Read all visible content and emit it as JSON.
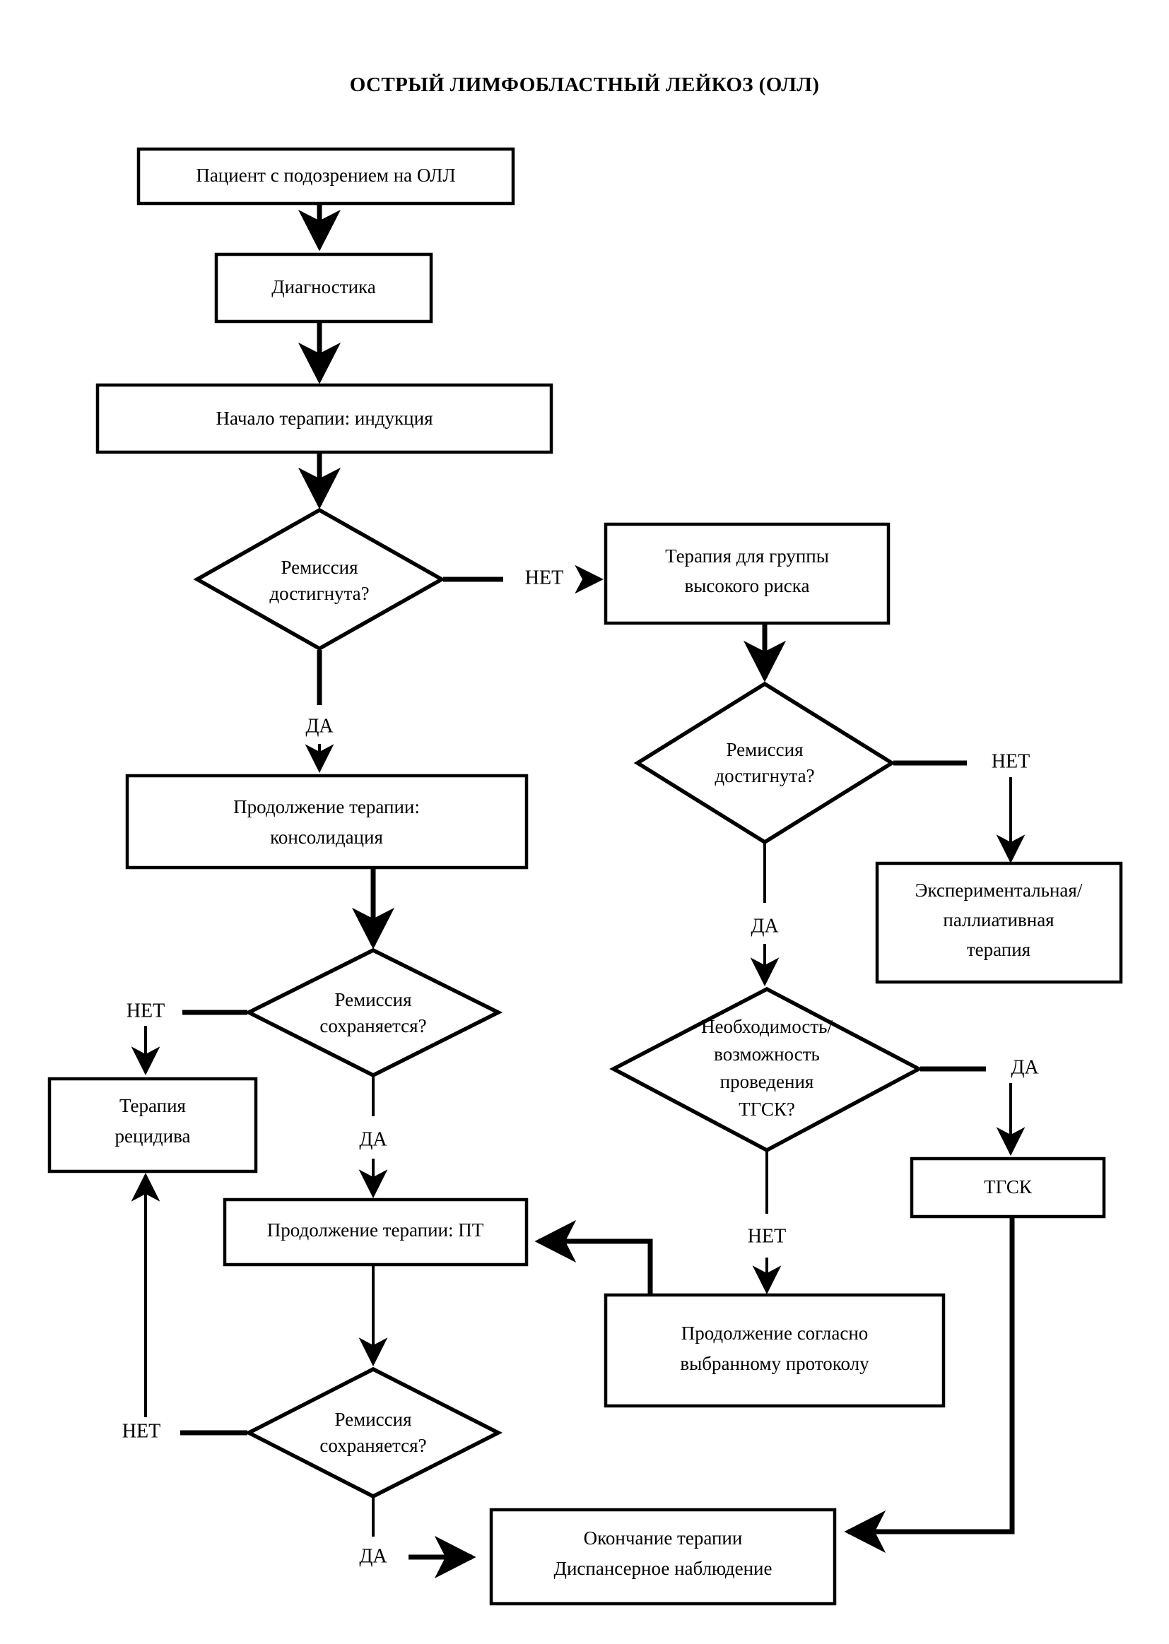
{
  "title": "ОСТРЫЙ ЛИМФОБЛАСТНЫЙ ЛЕЙКОЗ (ОЛЛ)",
  "diagram": {
    "type": "flowchart",
    "language": "ru",
    "nodes": [
      {
        "id": "suspected",
        "shape": "process",
        "lines": [
          "Пациент с подозрением на ОЛЛ"
        ]
      },
      {
        "id": "diagnostics",
        "shape": "process",
        "lines": [
          "Диагностика"
        ]
      },
      {
        "id": "induction",
        "shape": "process",
        "lines": [
          "Начало терапии: индукция"
        ]
      },
      {
        "id": "remission1",
        "shape": "decision",
        "lines": [
          "Ремиссия",
          "достигнута?"
        ]
      },
      {
        "id": "highrisk",
        "shape": "process",
        "lines": [
          "Терапия для группы",
          "высокого риска"
        ]
      },
      {
        "id": "remission2",
        "shape": "decision",
        "lines": [
          "Ремиссия",
          "достигнута?"
        ]
      },
      {
        "id": "experimental",
        "shape": "process",
        "lines": [
          "Экспериментальная/",
          "паллиативная",
          "терапия"
        ]
      },
      {
        "id": "consolidation",
        "shape": "process",
        "lines": [
          "Продолжение терапии:",
          "консолидация"
        ]
      },
      {
        "id": "remission3",
        "shape": "decision",
        "lines": [
          "Ремиссия",
          "сохраняется?"
        ]
      },
      {
        "id": "relapse",
        "shape": "process",
        "lines": [
          "Терапия",
          "рецидива"
        ]
      },
      {
        "id": "hsct_decision",
        "shape": "decision",
        "lines": [
          "Необходимость/",
          "возможность",
          "проведения",
          "ТГСК?"
        ]
      },
      {
        "id": "hsct",
        "shape": "process",
        "lines": [
          "ТГСК"
        ]
      },
      {
        "id": "maintenance",
        "shape": "process",
        "lines": [
          "Продолжение терапии: ПТ"
        ]
      },
      {
        "id": "protocol",
        "shape": "process",
        "lines": [
          "Продолжение согласно",
          "выбранному протоколу"
        ]
      },
      {
        "id": "remission4",
        "shape": "decision",
        "lines": [
          "Ремиссия",
          "сохраняется?"
        ]
      },
      {
        "id": "finish",
        "shape": "process",
        "lines": [
          "Окончание терапии",
          "Диспансерное наблюдение"
        ]
      }
    ],
    "edges": [
      {
        "from": "suspected",
        "to": "diagnostics",
        "label": ""
      },
      {
        "from": "diagnostics",
        "to": "induction",
        "label": ""
      },
      {
        "from": "induction",
        "to": "remission1",
        "label": ""
      },
      {
        "from": "remission1",
        "to": "highrisk",
        "label": "НЕТ"
      },
      {
        "from": "remission1",
        "to": "consolidation",
        "label": "ДА"
      },
      {
        "from": "highrisk",
        "to": "remission2",
        "label": ""
      },
      {
        "from": "remission2",
        "to": "experimental",
        "label": "НЕТ"
      },
      {
        "from": "remission2",
        "to": "hsct_decision",
        "label": "ДА"
      },
      {
        "from": "consolidation",
        "to": "remission3",
        "label": ""
      },
      {
        "from": "remission3",
        "to": "relapse",
        "label": "НЕТ"
      },
      {
        "from": "remission3",
        "to": "maintenance",
        "label": "ДА"
      },
      {
        "from": "hsct_decision",
        "to": "hsct",
        "label": "ДА"
      },
      {
        "from": "hsct_decision",
        "to": "protocol",
        "label": "НЕТ"
      },
      {
        "from": "protocol",
        "to": "maintenance",
        "label": ""
      },
      {
        "from": "maintenance",
        "to": "remission4",
        "label": ""
      },
      {
        "from": "remission4",
        "to": "relapse",
        "label": "НЕТ"
      },
      {
        "from": "remission4",
        "to": "finish",
        "label": "ДА"
      },
      {
        "from": "hsct",
        "to": "finish",
        "label": ""
      }
    ],
    "labels": {
      "yes": "ДА",
      "no": "НЕТ"
    },
    "colors": {
      "stroke": "#000000",
      "fill": "#ffffff",
      "text": "#000000"
    }
  }
}
